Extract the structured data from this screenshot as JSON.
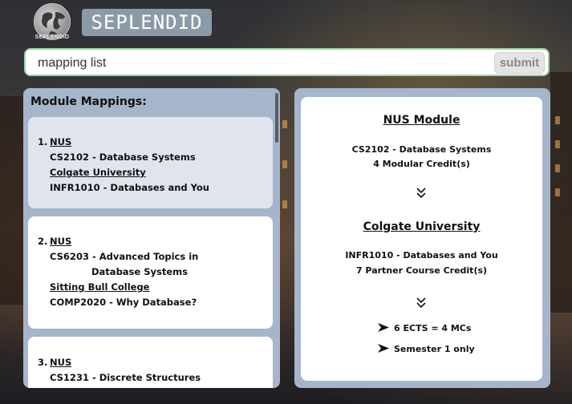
{
  "brand": {
    "title": "SEPLENDID",
    "logo_caption": "SEPLENDID",
    "logo_icon": "globe-icon"
  },
  "search": {
    "value": "mapping list",
    "submit_label": "submit"
  },
  "mappings": {
    "title": "Module Mappings:",
    "items": [
      {
        "number": "1.",
        "home_uni": "NUS",
        "home_module_lines": [
          "CS2102 - Database Systems"
        ],
        "partner_uni": "Colgate University",
        "partner_module": "INFR1010 - Databases and You"
      },
      {
        "number": "2.",
        "home_uni": "NUS",
        "home_module_lines": [
          "CS6203 - Advanced Topics in",
          "Database Systems"
        ],
        "partner_uni": "Sitting Bull College",
        "partner_module": "COMP2020 - Why Database?"
      },
      {
        "number": "3.",
        "home_uni": "NUS",
        "home_module_lines": [
          "CS1231 - Discrete Structures"
        ],
        "partner_uni": "",
        "partner_module": ""
      }
    ]
  },
  "detail": {
    "home_heading": "NUS Module",
    "home_module": "CS2102 - Database Systems",
    "home_credits": "4 Modular Credit(s)",
    "partner_heading": "Colgate University",
    "partner_module": "INFR1010 - Databases and You",
    "partner_credits": "7 Partner Course Credit(s)",
    "conversion": "6 ECTS = 4 MCs",
    "availability": "Semester 1 only"
  },
  "colors": {
    "panel": "#a5b5cb",
    "selected_card": "#e0e4ed",
    "search_border": "#9ed3a8",
    "brand_box": "#8c9aa8"
  }
}
